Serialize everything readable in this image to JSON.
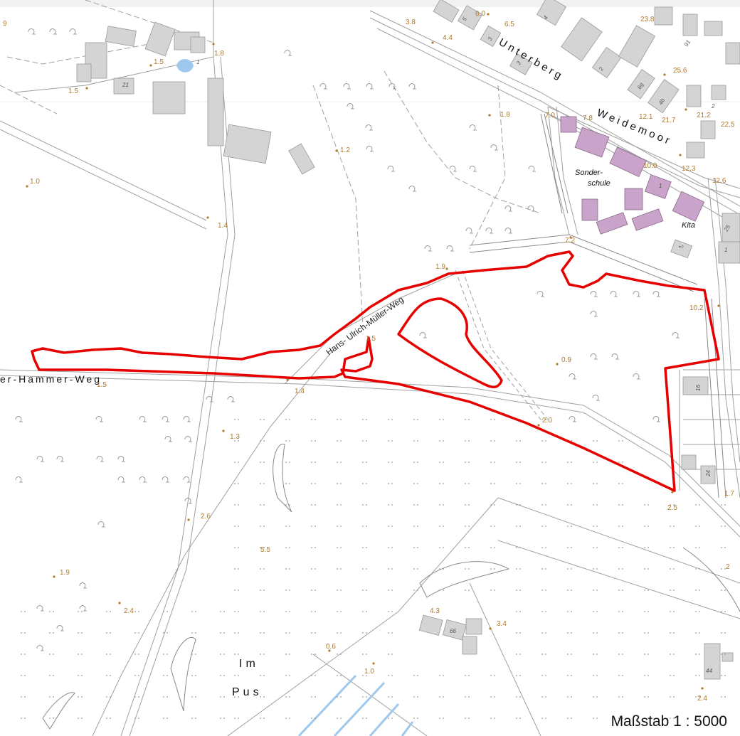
{
  "map": {
    "street_labels": {
      "unterberg": "Unterberg",
      "weidemoor": "Weidemoor",
      "hans_ulrich": "Hans- Ulrich-Müller-Weg",
      "hammer_weg": "er-Hammer-Weg"
    },
    "place_labels": {
      "sonderschule_1": "Sonder-",
      "sonderschule_2": "schule",
      "kita": "Kita",
      "im": "Im",
      "pus": "Pus"
    },
    "elevations": [
      {
        "id": "e1",
        "v": "3.8"
      },
      {
        "id": "e2",
        "v": "6.0"
      },
      {
        "id": "e3",
        "v": "4.4"
      },
      {
        "id": "e4",
        "v": "6.5"
      },
      {
        "id": "e5",
        "v": "23.8"
      },
      {
        "id": "e6",
        "v": "25.6"
      },
      {
        "id": "e7",
        "v": "1.5"
      },
      {
        "id": "e8",
        "v": "1.8"
      },
      {
        "id": "e9",
        "v": "1.5"
      },
      {
        "id": "e10",
        "v": "1.8"
      },
      {
        "id": "e11",
        "v": "7.0"
      },
      {
        "id": "e12",
        "v": "7.8"
      },
      {
        "id": "e13",
        "v": "12.1"
      },
      {
        "id": "e14",
        "v": "21.7"
      },
      {
        "id": "e15",
        "v": "21.2"
      },
      {
        "id": "e16",
        "v": "22.5"
      },
      {
        "id": "e17",
        "v": "1.2"
      },
      {
        "id": "e18",
        "v": "10.0"
      },
      {
        "id": "e19",
        "v": "12.3"
      },
      {
        "id": "e20",
        "v": "12.6"
      },
      {
        "id": "e21",
        "v": "1.0"
      },
      {
        "id": "e22",
        "v": "1.4"
      },
      {
        "id": "e23",
        "v": "7.2"
      },
      {
        "id": "e24",
        "v": "1.9"
      },
      {
        "id": "e25",
        "v": "10.2"
      },
      {
        "id": "e26",
        "v": "1.5"
      },
      {
        "id": "e27",
        "v": "0.9"
      },
      {
        "id": "e28",
        "v": "1.5"
      },
      {
        "id": "e29",
        "v": "1.4"
      },
      {
        "id": "e30",
        "v": "2.0"
      },
      {
        "id": "e31",
        "v": "1.3"
      },
      {
        "id": "e32",
        "v": "1.7"
      },
      {
        "id": "e33",
        "v": "2.5"
      },
      {
        "id": "e34",
        "v": "2.6"
      },
      {
        "id": "e35",
        "v": "5.5"
      },
      {
        "id": "e36",
        "v": "1.9"
      },
      {
        "id": "e37",
        "v": "2"
      },
      {
        "id": "e38",
        "v": "2.4"
      },
      {
        "id": "e39",
        "v": "4.3"
      },
      {
        "id": "e40",
        "v": "3.4"
      },
      {
        "id": "e41",
        "v": "0.6"
      },
      {
        "id": "e42",
        "v": "1.0"
      },
      {
        "id": "e43",
        "v": "2.4"
      },
      {
        "id": "e44",
        "v": "9"
      }
    ],
    "house_numbers": [
      {
        "id": "h1",
        "v": "21"
      },
      {
        "id": "h2",
        "v": "5"
      },
      {
        "id": "h3",
        "v": "4"
      },
      {
        "id": "h4",
        "v": "3"
      },
      {
        "id": "h5",
        "v": "3"
      },
      {
        "id": "h6",
        "v": "2"
      },
      {
        "id": "h7",
        "v": "91"
      },
      {
        "id": "h8",
        "v": "6g"
      },
      {
        "id": "h9",
        "v": "4b"
      },
      {
        "id": "h10",
        "v": "2"
      },
      {
        "id": "h11",
        "v": "1"
      },
      {
        "id": "h12",
        "v": "2"
      },
      {
        "id": "h13",
        "v": "25"
      },
      {
        "id": "h14",
        "v": "16"
      },
      {
        "id": "h15",
        "v": "24"
      },
      {
        "id": "h16",
        "v": "66"
      },
      {
        "id": "h17",
        "v": "44"
      },
      {
        "id": "h18",
        "v": "1"
      },
      {
        "id": "h19",
        "v": "1"
      }
    ],
    "scale_label": "Maßstab 1 : 5000",
    "colors": {
      "boundary": "#e60000",
      "public_building": "#c9a3c9",
      "building": "#d4d4d4",
      "road": "#9a9a9a",
      "elevation_text": "#b07a2e",
      "water": "#9ec8ee"
    }
  }
}
